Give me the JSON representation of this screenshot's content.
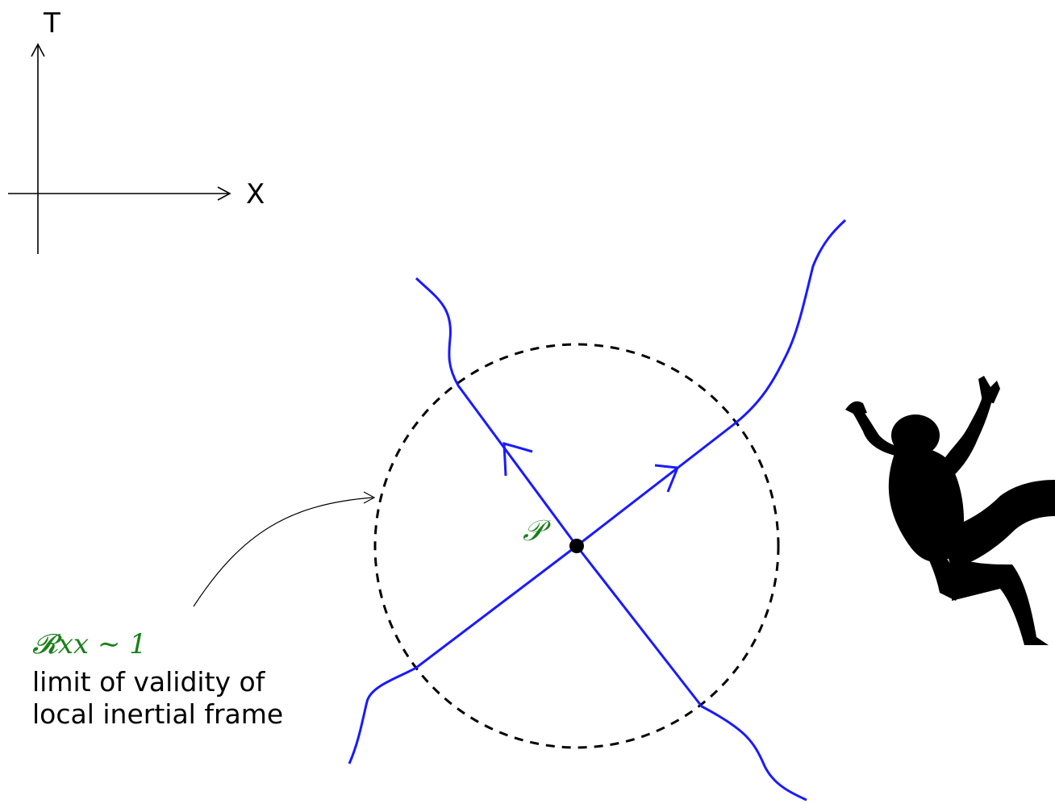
{
  "axes": {
    "time_label": "T",
    "space_label": "X"
  },
  "event": {
    "label": "𝒫",
    "label_color": "#1a7f1a"
  },
  "annotation": {
    "curvature_label": "𝓡xx ∼ 1",
    "curvature_color": "#1a7f1a",
    "line1": "limit of validity of",
    "line2": "local inertial frame"
  },
  "colors": {
    "worldline": "#1a1aff",
    "circle": "#000000",
    "axes": "#000000",
    "silhouette": "#000000"
  },
  "icons": {
    "figure": "falling-person-silhouette-icon"
  }
}
